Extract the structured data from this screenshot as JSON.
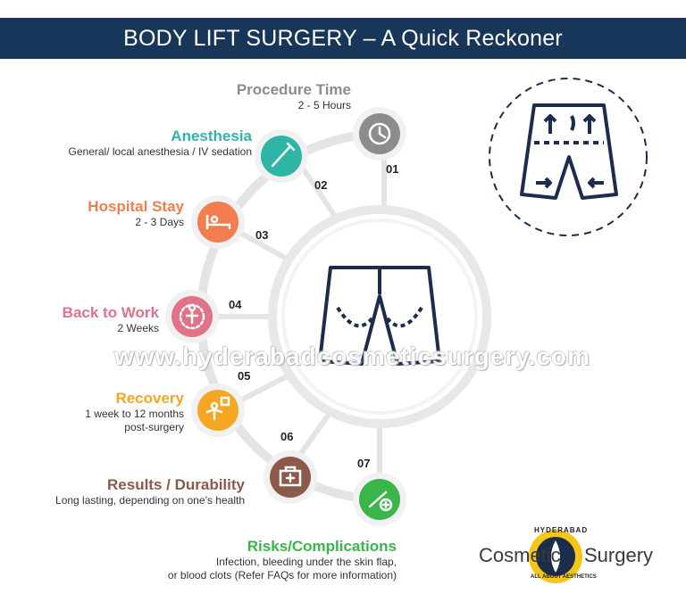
{
  "header": {
    "title": "BODY LIFT SURGERY – A Quick Reckoner"
  },
  "colors": {
    "banner": "#18355a",
    "procedure": "#8c8c8c",
    "anesthesia": "#2fb5a6",
    "hospital": "#f27d4f",
    "back_to_work": "#e07387",
    "recovery": "#f5a623",
    "results": "#8b5a4a",
    "risks": "#3ab54a",
    "navy_icon": "#1c2c4c"
  },
  "steps": [
    {
      "num": "01",
      "title": "Procedure Time",
      "sub1": "2 - 5 Hours",
      "sub2": "",
      "icon": "clock-icon"
    },
    {
      "num": "02",
      "title": "Anesthesia",
      "sub1": "General/ local anesthesia / IV sedation",
      "sub2": "",
      "icon": "syringe-icon"
    },
    {
      "num": "03",
      "title": "Hospital Stay",
      "sub1": "2 - 3 Days",
      "sub2": "",
      "icon": "hospital-bed-icon"
    },
    {
      "num": "04",
      "title": "Back to Work",
      "sub1": "2 Weeks",
      "sub2": "",
      "icon": "person-recovery-icon"
    },
    {
      "num": "05",
      "title": "Recovery",
      "sub1": "1 week to 12 months",
      "sub2": "post-surgery",
      "icon": "calendar-person-icon"
    },
    {
      "num": "06",
      "title": "Results / Durability",
      "sub1": "Long lasting, depending on one’s health",
      "sub2": "",
      "icon": "medical-kit-icon"
    },
    {
      "num": "07",
      "title": "Risks/Complications",
      "sub1": "Infection, bleeding under the skin flap,",
      "sub2": "or blood clots (Refer FAQs for more information)",
      "icon": "medicine-icon"
    }
  ],
  "watermark": "www.hyderabadcosmeticsurgery.com",
  "logo": {
    "top_text": "HYDERABAD",
    "word1": "Cosmetic",
    "word2": "Surgery",
    "tagline": "ALL ABOUT AESTHETICS"
  }
}
